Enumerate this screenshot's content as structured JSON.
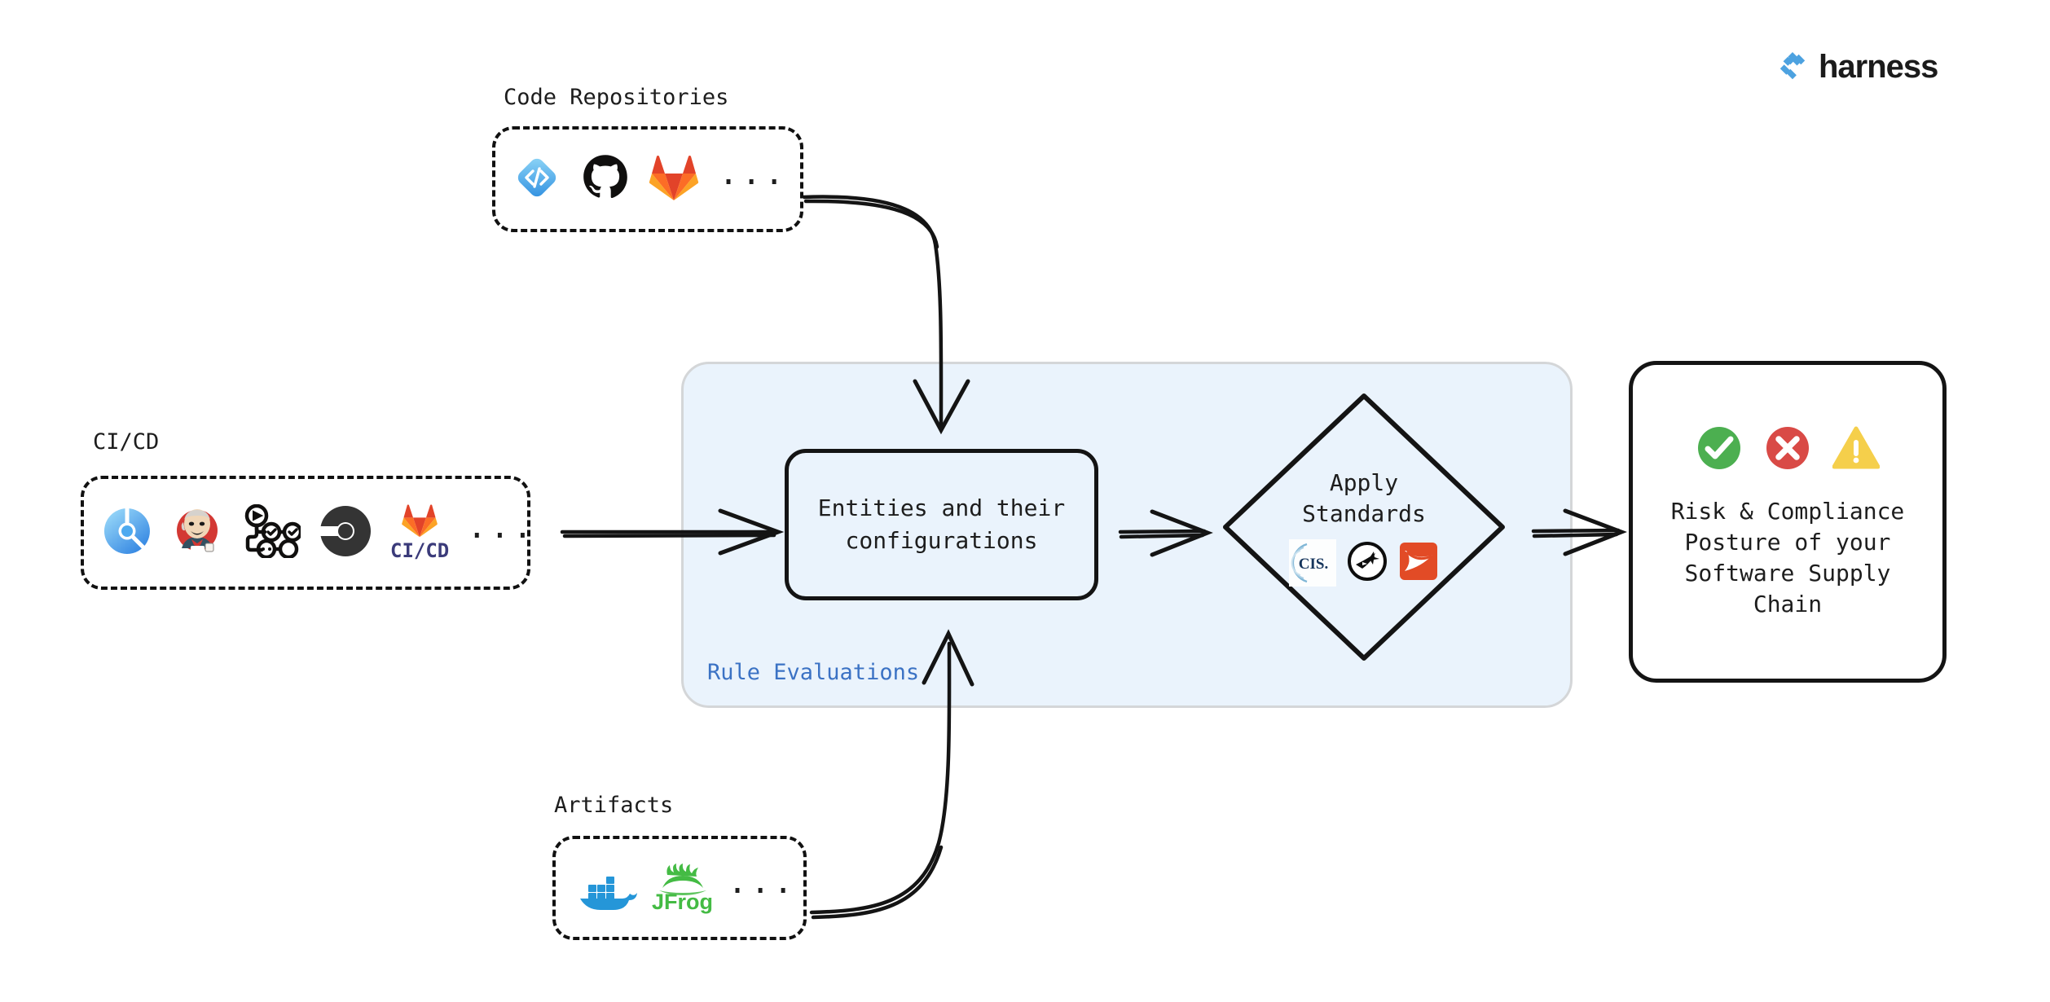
{
  "brand": {
    "name": "harness",
    "logo_icon": "harness-diamond-icon",
    "accent": "#4da2e0"
  },
  "colors": {
    "container_fill": "#eaf3fc",
    "container_border": "#d4d6d8",
    "rule_label_text": "#3b72c4",
    "node_stroke": "#141414",
    "success": "#4caf50",
    "error": "#d94a46",
    "warning": "#f5cf4b"
  },
  "sources": [
    {
      "id": "code-repositories",
      "label": "Code Repositories",
      "overflow": "...",
      "icons": [
        {
          "name": "harness-code-icon",
          "title": "Harness Code"
        },
        {
          "name": "github-icon",
          "title": "GitHub"
        },
        {
          "name": "gitlab-icon",
          "title": "GitLab"
        }
      ]
    },
    {
      "id": "ci-cd",
      "label": "CI/CD",
      "overflow": "...",
      "icons": [
        {
          "name": "harness-ci-icon",
          "title": "Harness CI"
        },
        {
          "name": "jenkins-icon",
          "title": "Jenkins"
        },
        {
          "name": "github-actions-icon",
          "title": "GitHub Actions"
        },
        {
          "name": "circleci-icon",
          "title": "CircleCI"
        },
        {
          "name": "gitlab-cicd-icon",
          "title": "GitLab CI/CD",
          "text": "CI/CD"
        }
      ]
    },
    {
      "id": "artifacts",
      "label": "Artifacts",
      "overflow": "...",
      "icons": [
        {
          "name": "docker-icon",
          "title": "Docker"
        },
        {
          "name": "jfrog-icon",
          "title": "JFrog",
          "text": "JFrog"
        }
      ]
    }
  ],
  "pipeline": {
    "container_label": "Rule Evaluations",
    "entities_node": {
      "label": "Entities and their\nconfigurations"
    },
    "standards_node": {
      "label": "Apply\nStandards",
      "icons": [
        {
          "name": "cis-benchmarks-icon",
          "title": "CIS",
          "text": "CIS."
        },
        {
          "name": "slsa-icon",
          "title": "SLSA"
        },
        {
          "name": "openssf-icon",
          "title": "OpenSSF"
        }
      ]
    },
    "result_node": {
      "label": "Risk & Compliance\nPosture of your\nSoftware Supply\nChain",
      "status_icons": [
        {
          "name": "check-circle-icon",
          "state": "pass"
        },
        {
          "name": "cross-circle-icon",
          "state": "fail"
        },
        {
          "name": "warning-triangle-icon",
          "state": "warn"
        }
      ]
    }
  }
}
